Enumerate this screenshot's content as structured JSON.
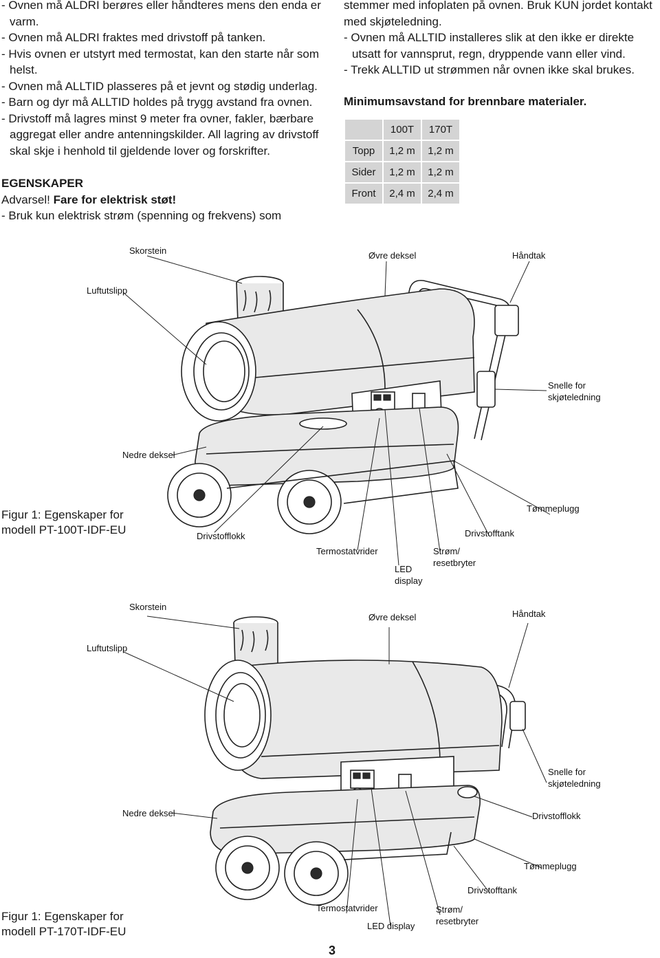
{
  "left_column": {
    "bullets": [
      "- Ovnen må ALDRI berøres eller håndteres mens den enda er varm.",
      "- Ovnen må ALDRI fraktes med drivstoff på tanken.",
      "- Hvis ovnen er utstyrt med termostat, kan den starte når som helst.",
      "- Ovnen må ALLTID plasseres på et jevnt og stødig underlag.",
      "- Barn og dyr må ALLTID holdes på trygg avstand fra ovnen.",
      "- Drivstoff må lagres minst 9 meter fra ovner, fakler, bærbare aggregat eller andre antenningskilder. All lagring av drivstoff skal skje i henhold til gjeldende lover og forskrifter."
    ],
    "section_title": "EGENSKAPER",
    "warning_prefix": "Advarsel!",
    "warning_bold": "Fare for elektrisk støt!",
    "last_line": "- Bruk kun elektrisk strøm (spenning og frekvens) som"
  },
  "right_column": {
    "continuation": "stemmer med infoplaten på ovnen. Bruk KUN jordet kontakt med skjøteledning.",
    "bullets": [
      "- Ovnen må ALLTID installeres slik at den ikke er direkte utsatt for vannsprut, regn, dryppende vann eller vind.",
      "- Trekk ALLTID ut strømmen når ovnen ikke skal brukes."
    ],
    "table_title": "Minimumsavstand for brennbare materialer.",
    "table": {
      "headers": [
        "",
        "100T",
        "170T"
      ],
      "rows": [
        [
          "Topp",
          "1,2 m",
          "1,2 m"
        ],
        [
          "Sider",
          "1,2 m",
          "1,2 m"
        ],
        [
          "Front",
          "2,4 m",
          "2,4 m"
        ]
      ]
    }
  },
  "figure1": {
    "labels": {
      "skorstein": "Skorstein",
      "ovre_deksel": "Øvre deksel",
      "handtak": "Håndtak",
      "luftutslipp": "Luftutslipp",
      "snelle": "Snelle for skjøteledning",
      "nedre_deksel": "Nedre deksel",
      "tommeplugg": "Tømmeplugg",
      "drivstofftank": "Drivstofftank",
      "drivstofflokk": "Drivstofflokk",
      "termostatvrider": "Termostatvrider",
      "strom": "Strøm/ resetbryter",
      "led": "LED display"
    },
    "caption_line1": "Figur 1: Egenskaper for",
    "caption_line2": "modell PT-100T-IDF-EU"
  },
  "figure2": {
    "labels": {
      "skorstein": "Skorstein",
      "ovre_deksel": "Øvre deksel",
      "handtak": "Håndtak",
      "luftutslipp": "Luftutslipp",
      "snelle": "Snelle for skjøteledning",
      "nedre_deksel": "Nedre deksel",
      "drivstofflokk": "Drivstofflokk",
      "tommeplugg": "Tømmeplugg",
      "drivstofftank": "Drivstofftank",
      "termostatvrider": "Termostatvrider",
      "led": "LED display",
      "strom": "Strøm/ resetbryter"
    },
    "caption_line1": "Figur 1: Egenskaper for",
    "caption_line2": "modell PT-170T-IDF-EU"
  },
  "page_number": "3"
}
